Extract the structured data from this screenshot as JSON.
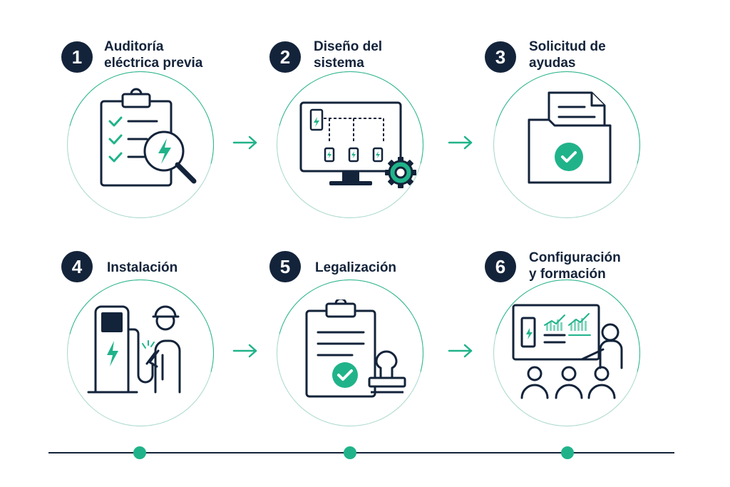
{
  "steps": [
    {
      "number": "1",
      "title_line1": "Auditoría",
      "title_line2": "eléctrica previa",
      "icon": "clipboard-audit-icon"
    },
    {
      "number": "2",
      "title_line1": "Diseño del",
      "title_line2": "sistema",
      "icon": "system-design-monitor-icon"
    },
    {
      "number": "3",
      "title_line1": "Solicitud de",
      "title_line2": "ayudas",
      "icon": "folder-document-check-icon"
    },
    {
      "number": "4",
      "title_line1": "Instalación",
      "title_line2": "",
      "icon": "charger-installer-icon"
    },
    {
      "number": "5",
      "title_line1": "Legalización",
      "title_line2": "",
      "icon": "clipboard-stamp-icon"
    },
    {
      "number": "6",
      "title_line1": "Configuración",
      "title_line2": "y formación",
      "icon": "training-presentation-icon"
    }
  ],
  "colors": {
    "navy": "#13233a",
    "accent": "#20b38a",
    "ring": "#a9d8cd"
  }
}
